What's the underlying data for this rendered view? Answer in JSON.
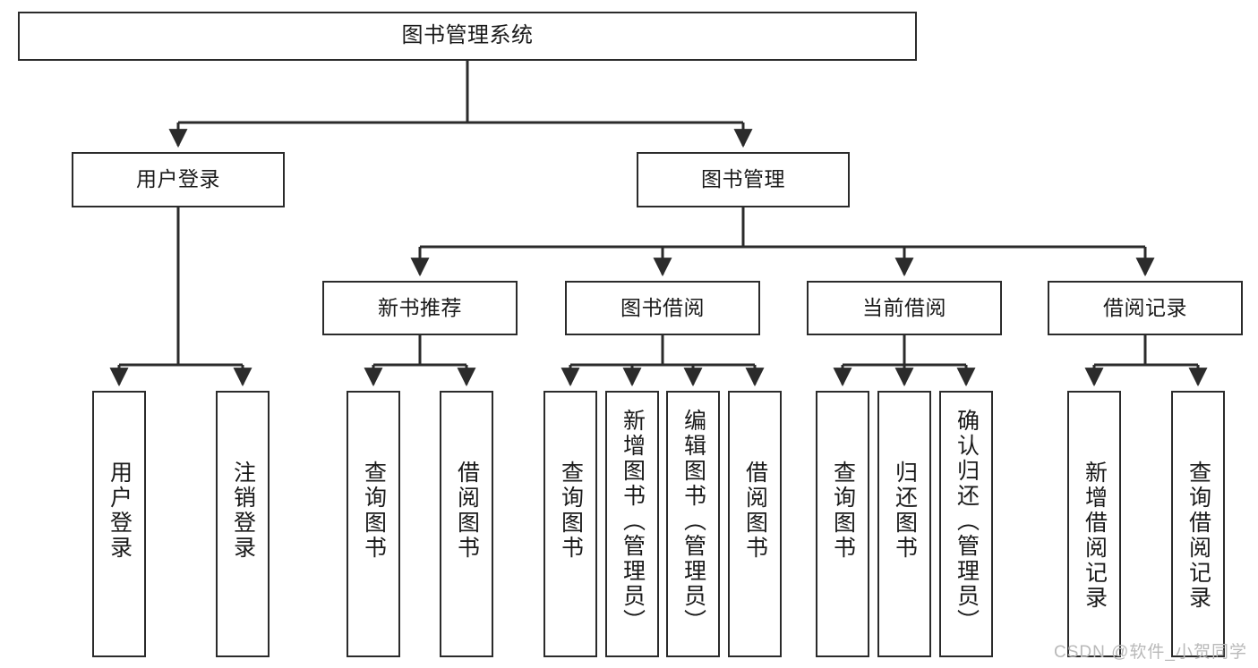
{
  "diagram": {
    "title": "图书管理系统",
    "type": "tree-hierarchy",
    "watermark": "CSDN @软件_小贺同学",
    "colors": {
      "box_border": "#2b2b2b",
      "box_fill": "#ffffff",
      "edge": "#2b2b2b",
      "text": "#1a1a1a",
      "watermark": "#b9b9b9"
    },
    "root": {
      "label": "图书管理系统"
    },
    "level2": [
      {
        "label": "用户登录"
      },
      {
        "label": "图书管理"
      }
    ],
    "level3": [
      {
        "label": "新书推荐"
      },
      {
        "label": "图书借阅"
      },
      {
        "label": "当前借阅"
      },
      {
        "label": "借阅记录"
      }
    ],
    "leaves": {
      "user_login": [
        {
          "label": "用户登录"
        },
        {
          "label": "注销登录"
        }
      ],
      "new_book_recommend": [
        {
          "label": "查询图书"
        },
        {
          "label": "借阅图书"
        }
      ],
      "book_borrow": [
        {
          "label": "查询图书"
        },
        {
          "label": "新增图书（管理员）"
        },
        {
          "label": "编辑图书（管理员）"
        },
        {
          "label": "借阅图书"
        }
      ],
      "current_borrow": [
        {
          "label": "查询图书"
        },
        {
          "label": "归还图书"
        },
        {
          "label": "确认归还（管理员）"
        }
      ],
      "borrow_record": [
        {
          "label": "新增借阅记录"
        },
        {
          "label": "查询借阅记录"
        }
      ]
    }
  }
}
